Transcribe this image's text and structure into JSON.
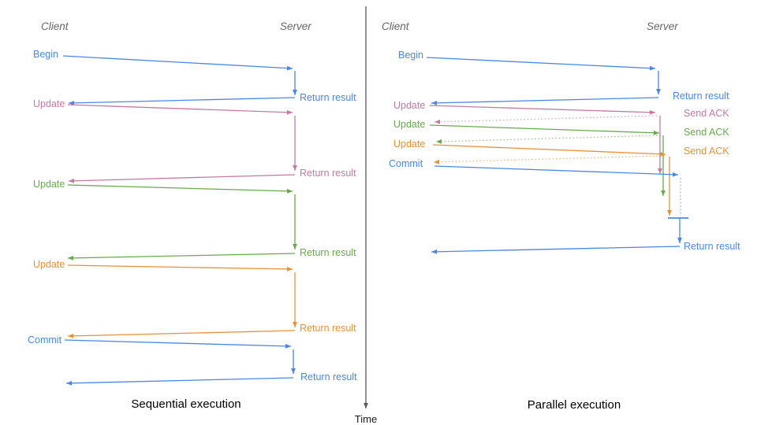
{
  "diagram": {
    "time_axis_label": "Time",
    "colors": {
      "blue": "#4a86e8",
      "pink": "#c27ba0",
      "green": "#6aa84f",
      "orange": "#e69138",
      "axis_gray": "#595959",
      "header_gray": "#666666",
      "title_black": "#000000"
    },
    "left": {
      "title": "Sequential execution",
      "client_header": "Client",
      "server_header": "Server",
      "messages": [
        {
          "request": "Begin",
          "response": "Return result",
          "color": "#4a86e8"
        },
        {
          "request": "Update",
          "response": "Return result",
          "color": "#c27ba0"
        },
        {
          "request": "Update",
          "response": "Return result",
          "color": "#6aa84f"
        },
        {
          "request": "Update",
          "response": "Return result",
          "color": "#e69138"
        },
        {
          "request": "Commit",
          "response": "Return result",
          "color": "#4a86e8"
        }
      ]
    },
    "right": {
      "title": "Parallel execution",
      "client_header": "Client",
      "server_header": "Server",
      "messages": [
        {
          "request": "Begin",
          "response": "Return result",
          "color": "#4a86e8"
        },
        {
          "request": "Update",
          "response": "Send ACK",
          "color": "#c27ba0"
        },
        {
          "request": "Update",
          "response": "Send ACK",
          "color": "#6aa84f"
        },
        {
          "request": "Update",
          "response": "Send ACK",
          "color": "#e69138"
        },
        {
          "request": "Commit",
          "response": "Return result",
          "color": "#4a86e8"
        }
      ]
    }
  }
}
